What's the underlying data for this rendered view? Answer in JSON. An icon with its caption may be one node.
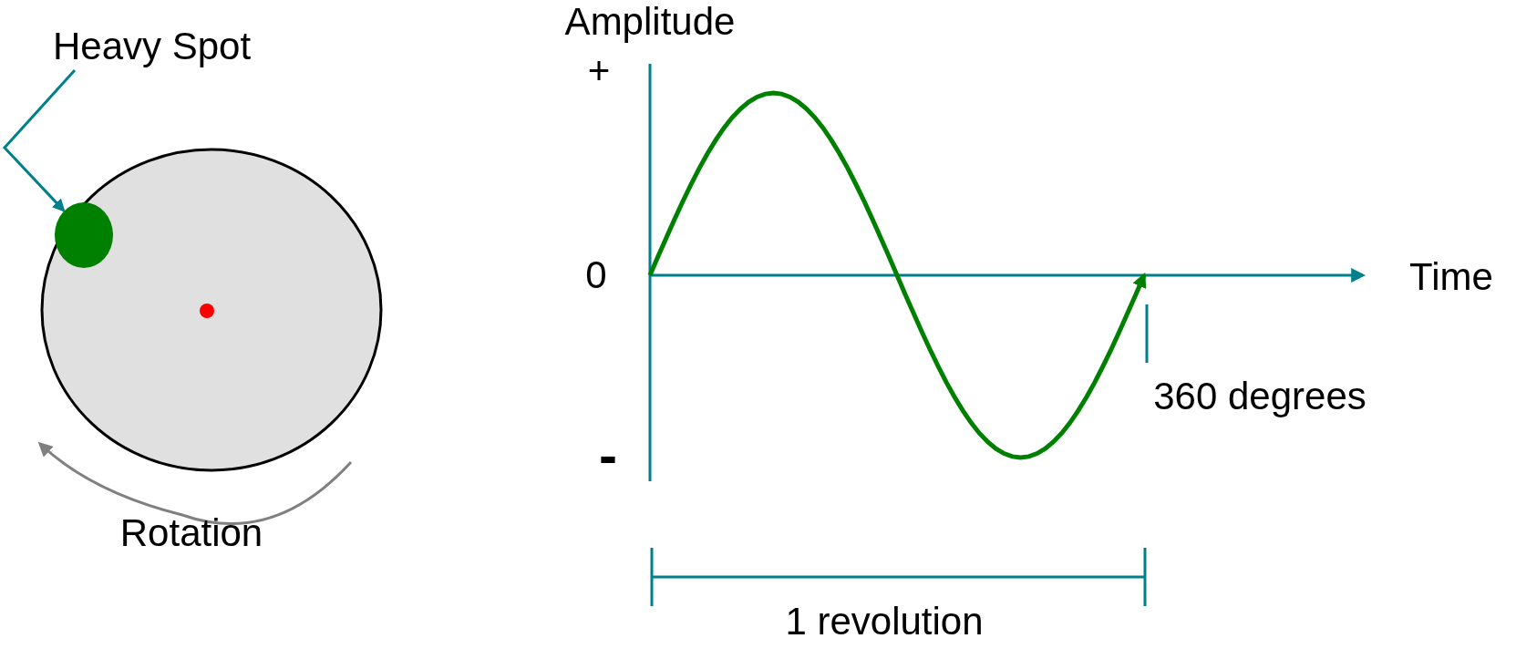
{
  "diagram": {
    "nodes": [
      {
        "text": [
          "Heavy Spot"
        ]
      },
      {
        "text": [],
        "shape": "circle"
      }
    ],
    "edges": [
      {
        "from": 0,
        "to": 1,
        "arrow": "to"
      }
    ],
    "labels": [
      "Amplitude",
      "+",
      "0",
      "Time",
      "360 degrees",
      "-",
      "Rotation",
      "1 revolution"
    ]
  }
}
